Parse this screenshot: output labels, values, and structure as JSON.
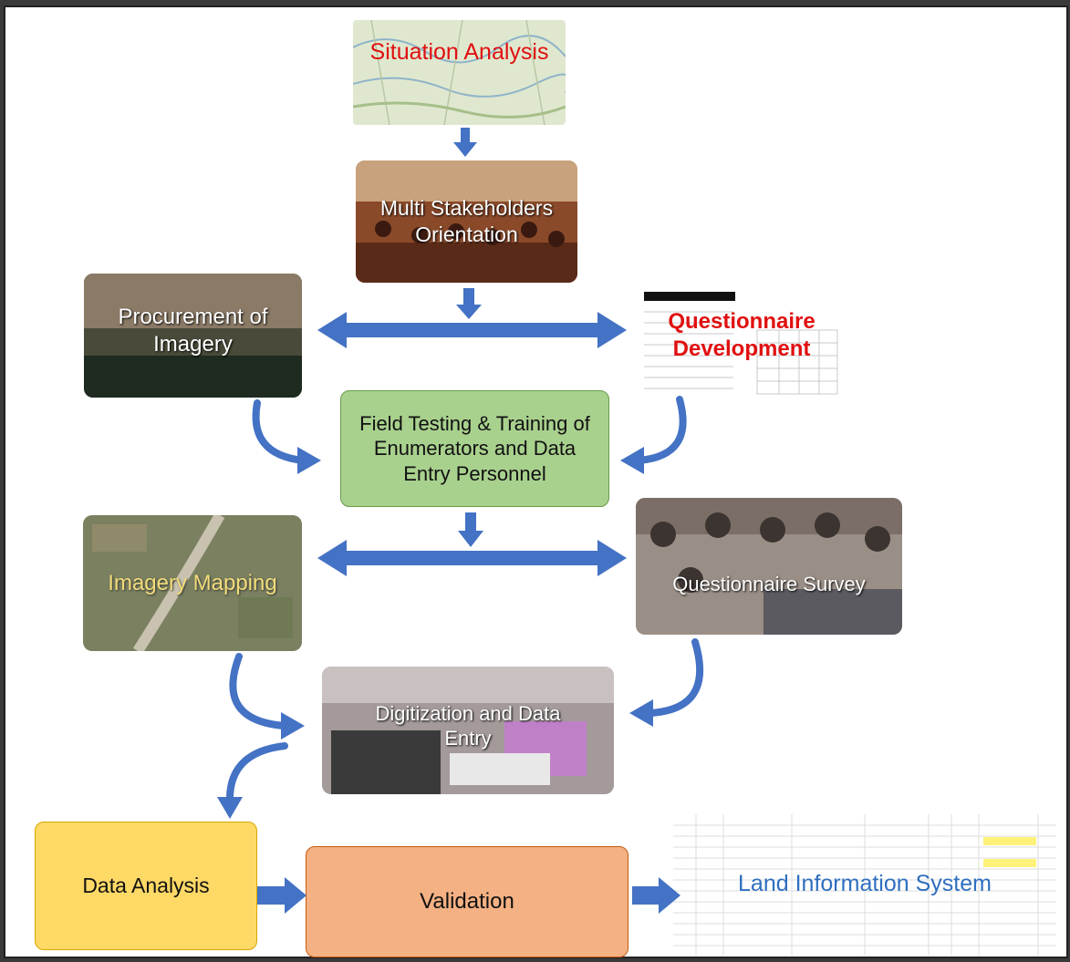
{
  "nodes": {
    "situation_analysis": "Situation Analysis",
    "multi_stakeholders": "Multi Stakeholders Orientation",
    "procurement": "Procurement of Imagery",
    "questionnaire_development": "Questionnaire Development",
    "field_testing": "Field Testing & Training of Enumerators and Data Entry Personnel",
    "imagery_mapping": "Imagery Mapping",
    "questionnaire_survey": "Questionnaire Survey",
    "digitization": "Digitization and Data Entry",
    "data_analysis": "Data Analysis",
    "validation": "Validation",
    "land_information_system": "Land Information System"
  },
  "colors": {
    "arrow": "#4472c4",
    "field_testing_fill": "#a9d18e",
    "data_analysis_fill": "#ffd966",
    "validation_fill": "#f4b183",
    "situation_text": "#e01010",
    "questionnaire_dev_text": "#e01010",
    "imagery_mapping_text": "#f2dc7a",
    "lis_text": "#2f6fbf"
  }
}
